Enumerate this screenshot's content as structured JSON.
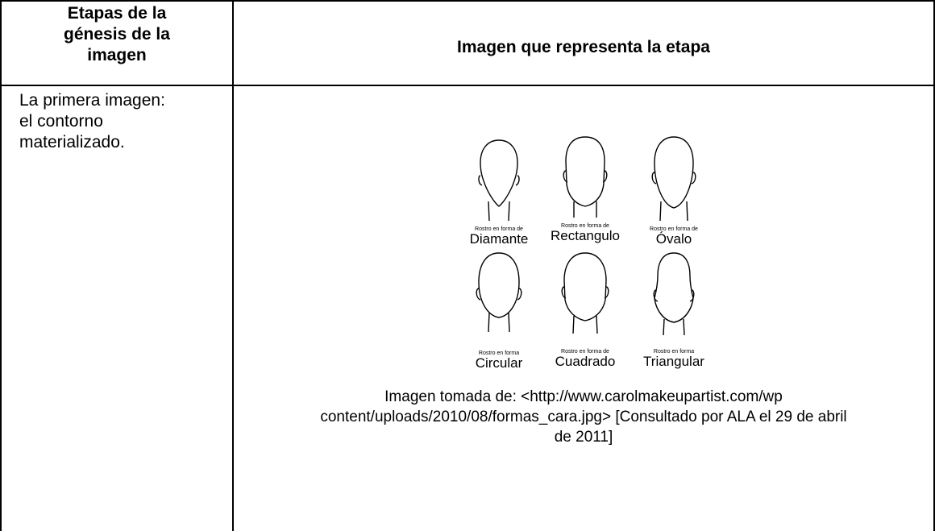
{
  "table": {
    "header_col1": [
      "Etapas de la",
      "génesis de la",
      "imagen"
    ],
    "header_col2": "Imagen que representa la etapa",
    "row1_col1": [
      "La primera imagen:",
      "el contorno",
      "materializado."
    ],
    "caption": [
      "Imagen tomada de: <http://www.carolmakeupartist.com/wp",
      "content/uploads/2010/08/formas_cara.jpg> [Consultado por ALA el 29 de abril",
      "de 2011]"
    ]
  },
  "figure": {
    "faces": [
      {
        "small": "Rostro en forma de",
        "big": "Diamante"
      },
      {
        "small": "Rostro en forma de",
        "big": "Rectangulo"
      },
      {
        "small": "Rostro en forma de",
        "big": "Óvalo"
      },
      {
        "small": "Rostro en forma",
        "big": "Circular"
      },
      {
        "small": "Rostro en forma de",
        "big": "Cuadrado"
      },
      {
        "small": "Rostro en forma",
        "big": "Triangular"
      }
    ]
  }
}
